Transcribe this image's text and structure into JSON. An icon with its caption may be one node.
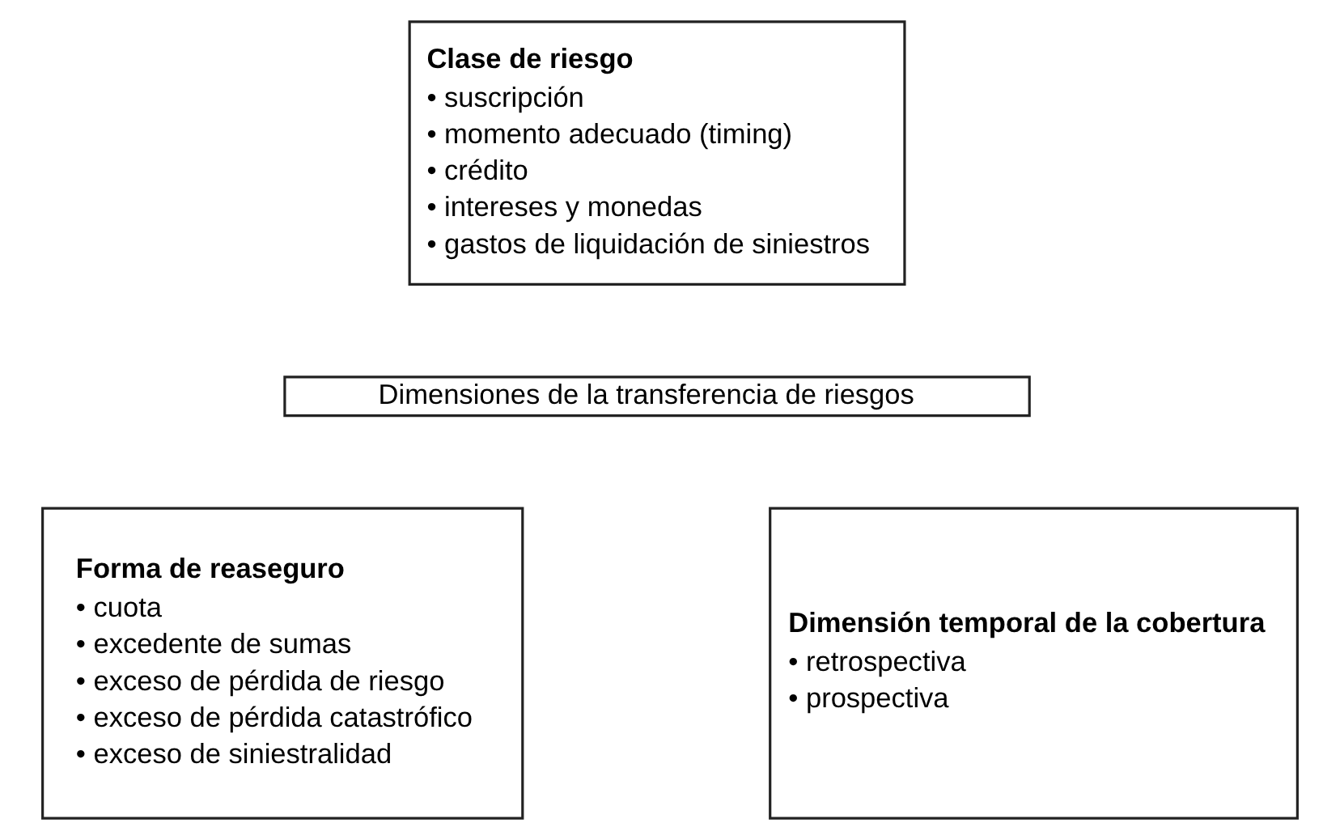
{
  "diagram": {
    "nodes": [
      {
        "text": [
          "Clase de riesgo",
          "• suscripción",
          "• momento adecuado (timing)",
          "• crédito",
          "• intereses y monedas",
          "• gastos de liquidación de siniestros"
        ]
      },
      {
        "text": [
          "Dimensiones de la transferencia de riesgos"
        ]
      },
      {
        "text": [
          "Forma de reaseguro",
          "• cuota",
          "• excedente de sumas",
          "• exceso de pérdida de riesgo",
          "• exceso de pérdida catastrófico",
          "• exceso de siniestralidad"
        ]
      },
      {
        "text": [
          "Dimensión temporal de la cobertura",
          "• retrospectiva",
          "• prospectiva"
        ]
      }
    ]
  }
}
